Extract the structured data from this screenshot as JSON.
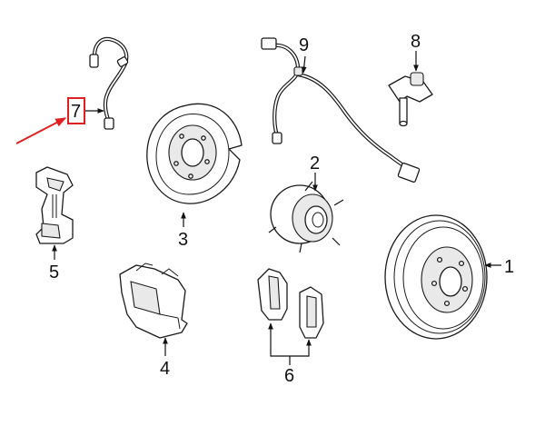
{
  "colors": {
    "line": "#1a1a1a",
    "highlight": "#e02020",
    "background": "#ffffff"
  },
  "callouts": {
    "part_1": "1",
    "part_2": "2",
    "part_3": "3",
    "part_4": "4",
    "part_5": "5",
    "part_6": "6",
    "part_7": "7",
    "part_8": "8",
    "part_9": "9"
  }
}
